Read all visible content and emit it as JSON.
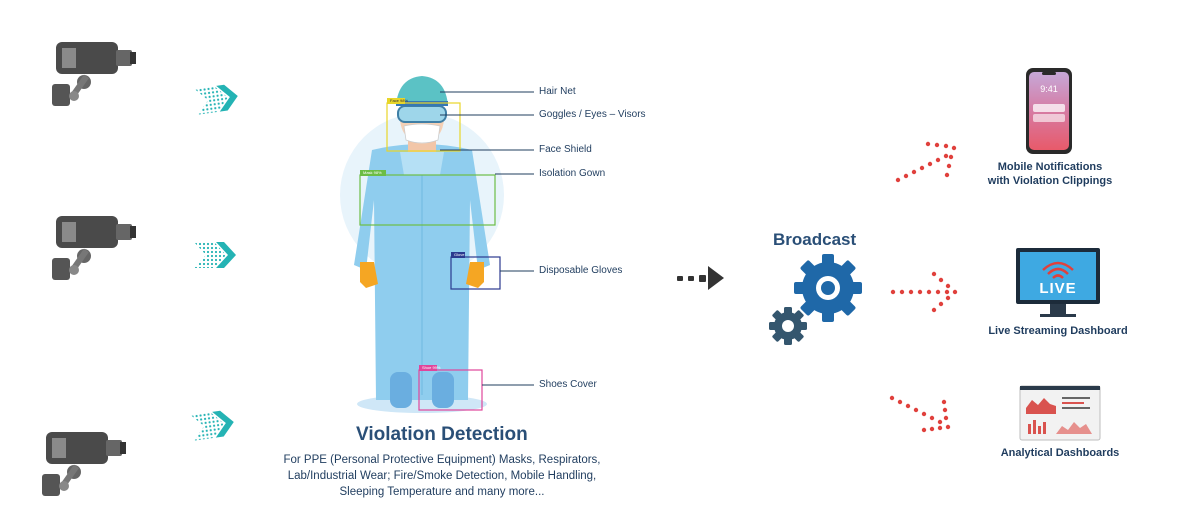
{
  "ppe_labels": {
    "hair_net": "Hair Net",
    "goggles": "Goggles / Eyes – Visors",
    "face_shield": "Face Shield",
    "isolation_gown": "Isolation Gown",
    "gloves": "Disposable Gloves",
    "shoes": "Shoes Cover"
  },
  "detection_tags": {
    "face": "Face 98%",
    "gown": "Mask 98%",
    "glove": "Glove",
    "shoe": "Shoe 99%"
  },
  "detection": {
    "title": "Violation Detection",
    "description_lines": [
      "For PPE (Personal Protective Equipment) Masks, Respirators,",
      "Lab/Industrial Wear; Fire/Smoke Detection, Mobile Handling,",
      "Sleeping Temperature and many more..."
    ]
  },
  "broadcast": {
    "title": "Broadcast"
  },
  "phone": {
    "time": "9:41"
  },
  "monitor": {
    "live_text": "LIVE"
  },
  "outputs": {
    "mobile_line1": "Mobile Notifications",
    "mobile_line2": "with Violation Clippings",
    "live": "Live Streaming Dashboard",
    "analytics": "Analytical Dashboards"
  },
  "colors": {
    "teal": "#24b3b4",
    "navy": "#1f3c5e",
    "gear_blue": "#1f68a8",
    "gear_dark": "#34566e",
    "red_dots": "#e0403c",
    "gown": "#8fcdee",
    "glove": "#f5a623",
    "camera": "#555555"
  }
}
